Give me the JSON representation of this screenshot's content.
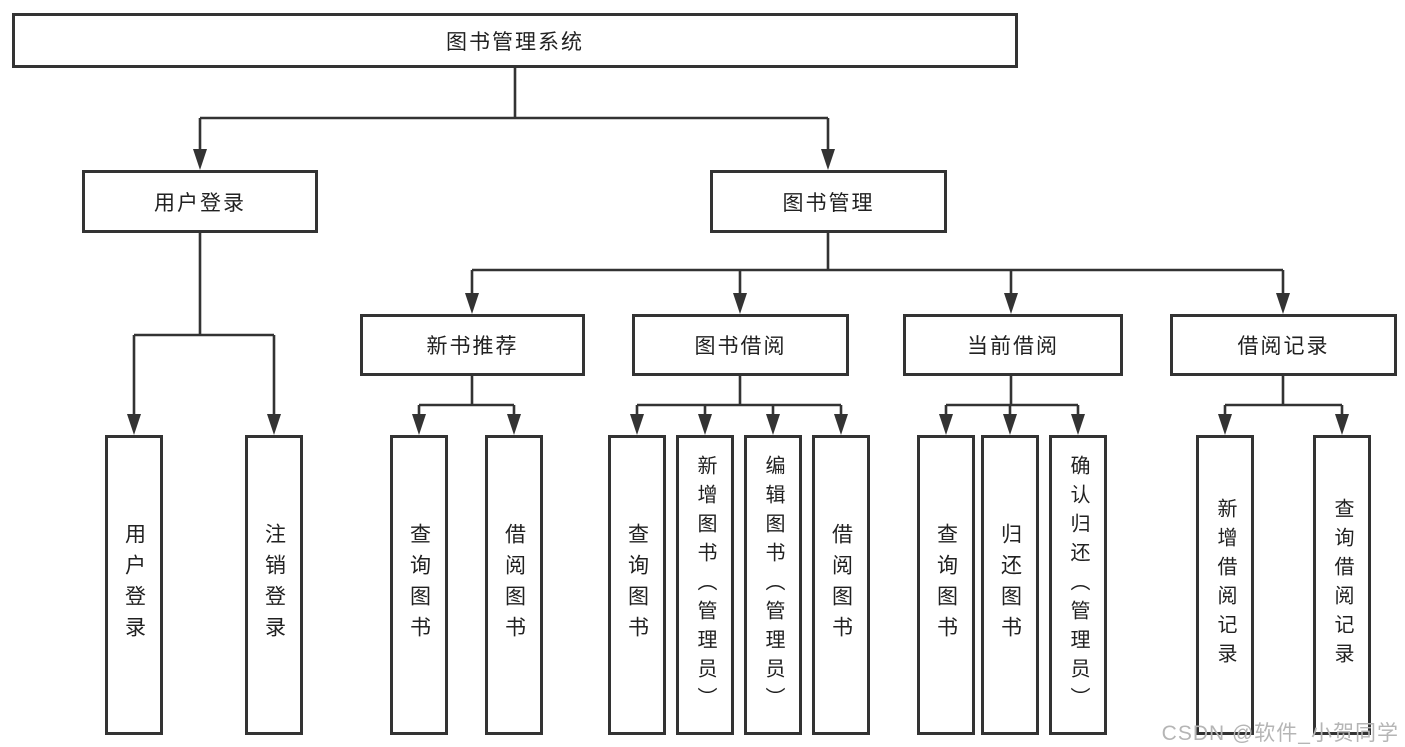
{
  "diagram": {
    "root": {
      "label": "图书管理系统"
    },
    "level2": [
      {
        "label": "用户登录",
        "children": [
          {
            "label": "用户登录"
          },
          {
            "label": "注销登录"
          }
        ]
      },
      {
        "label": "图书管理",
        "children": [
          {
            "label": "新书推荐",
            "children": [
              {
                "label": "查询图书"
              },
              {
                "label": "借阅图书"
              }
            ]
          },
          {
            "label": "图书借阅",
            "children": [
              {
                "label": "查询图书"
              },
              {
                "label": "新增图书（管理员）"
              },
              {
                "label": "编辑图书（管理员）"
              },
              {
                "label": "借阅图书"
              }
            ]
          },
          {
            "label": "当前借阅",
            "children": [
              {
                "label": "查询图书"
              },
              {
                "label": "归还图书"
              },
              {
                "label": "确认归还（管理员）"
              }
            ]
          },
          {
            "label": "借阅记录",
            "children": [
              {
                "label": "新增借阅记录"
              },
              {
                "label": "查询借阅记录"
              }
            ]
          }
        ]
      }
    ]
  },
  "watermark": {
    "text": "CSDN @软件_小贺同学"
  },
  "colors": {
    "line": "#333333",
    "border": "#333333",
    "text": "#212121",
    "watermark": "#b5b5b5",
    "background": "#ffffff"
  }
}
